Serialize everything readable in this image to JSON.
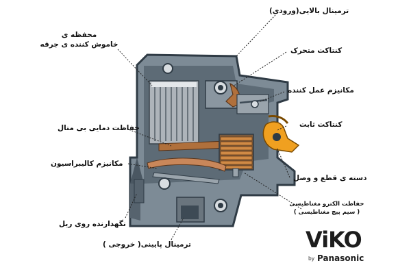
{
  "labels": {
    "top_terminal": "ترمینال بالایی(ورودی)",
    "arc_chute": "محفظه ی\nخاموش کننده ی جرقه",
    "moving_contact": "کنتاکت متحرک",
    "operating_mechanism": "مکانیزم عمل کننده",
    "fixed_contact": "کنتاکت ثابت",
    "thermal_protection": "حفاظت دمایی بی متال",
    "calibration_mechanism": "مکانیزم کالیبراسیون",
    "handle": "دسته ی قطع و وصل",
    "rail_holder": "نگهدارنده روی ریل",
    "electromagnetic_protection": "حفاظت الکترو مغناطیسی\n( سیم پیچ مغناطیسی )",
    "bottom_terminal": "ترمینال پایینی( خروجی )"
  },
  "logo": {
    "brand": "ViKO",
    "by": "by",
    "sub": "Panasonic"
  },
  "colors": {
    "housing": "#6f7d88",
    "housing_dark": "#3d4a55",
    "plates": "#c9ccd0",
    "copper": "#b0703c",
    "handle": "#f0a020",
    "bg": "#ffffff"
  }
}
